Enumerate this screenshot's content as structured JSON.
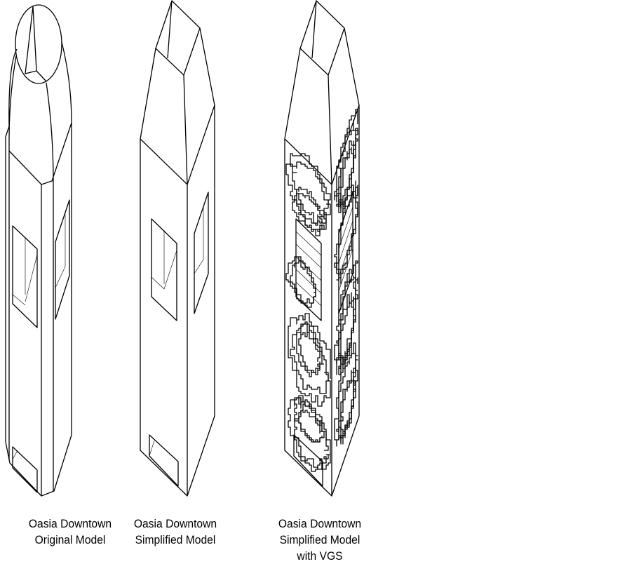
{
  "figures": [
    {
      "caption_line1": "Oasia Downtown",
      "caption_line2": "Original Model"
    },
    {
      "caption_line1": "Oasia Downtown",
      "caption_line2": "Simplified Model"
    },
    {
      "caption_line1": "Oasia Downtown",
      "caption_line2": "Simplified Model",
      "caption_line3": "with VGS"
    }
  ]
}
